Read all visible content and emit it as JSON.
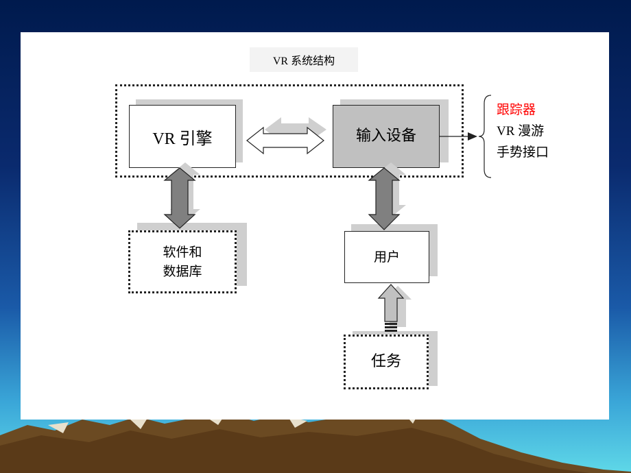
{
  "diagram": {
    "title": "VR 系统结构",
    "nodes": {
      "vr_engine": "VR 引擎",
      "input_device": "输入设备",
      "software_db_line1": "软件和",
      "software_db_line2": "数据库",
      "user": "用户",
      "task": "任务"
    },
    "input_types": [
      "跟踪器",
      "VR 漫游",
      "手势接口"
    ],
    "edges": [
      {
        "from": "vr_engine",
        "to": "input_device",
        "type": "bidirectional"
      },
      {
        "from": "vr_engine",
        "to": "software_db",
        "type": "bidirectional"
      },
      {
        "from": "input_device",
        "to": "user",
        "type": "bidirectional"
      },
      {
        "from": "task",
        "to": "user",
        "type": "directed"
      },
      {
        "from": "input_device",
        "to": "input_types",
        "type": "directed"
      }
    ]
  },
  "colors": {
    "highlight": "#ff0000",
    "device_fill": "#c0c0c0",
    "arrow_fill": "#808080"
  }
}
